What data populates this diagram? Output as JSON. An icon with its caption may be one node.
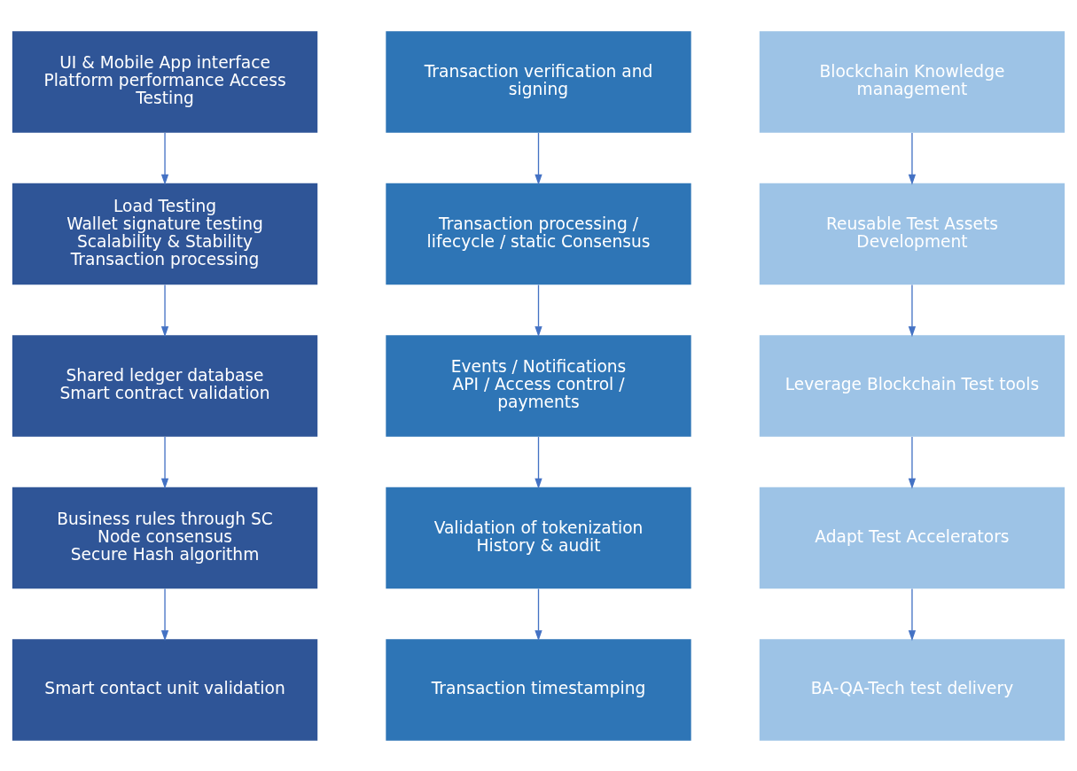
{
  "diagram": {
    "nodes": [
      {
        "text": [
          "UI & Mobile App interface",
          "Platform performance Access Testing"
        ]
      },
      {
        "text": [
          "Transaction verification and signing"
        ]
      },
      {
        "text": [
          "Blockchain Knowledge management"
        ]
      },
      {
        "text": [
          "Load Testing",
          "Wallet signature testing",
          "Scalability & Stability",
          "Transaction processing"
        ]
      },
      {
        "text": [
          "Transaction processing / lifecycle / static Consensus"
        ]
      },
      {
        "text": [
          "Reusable Test Assets Development"
        ]
      },
      {
        "text": [
          "Shared ledger database",
          "Smart contract validation"
        ]
      },
      {
        "text": [
          "Events / Notifications",
          "API / Access control / payments"
        ]
      },
      {
        "text": [
          "Leverage Blockchain Test tools"
        ]
      },
      {
        "text": [
          "Business rules through SC",
          "Node consensus",
          "Secure Hash algorithm"
        ]
      },
      {
        "text": [
          "Validation of tokenization",
          "History & audit"
        ]
      },
      {
        "text": [
          "Adapt Test Accelerators"
        ]
      },
      {
        "text": [
          "Smart contact unit validation"
        ]
      },
      {
        "text": [
          "Transaction timestamping"
        ]
      },
      {
        "text": [
          "BA-QA-Tech test delivery"
        ]
      }
    ],
    "edges": [
      {
        "from": 0,
        "to": 3,
        "arrow": "to"
      },
      {
        "from": 1,
        "to": 4,
        "arrow": "to"
      },
      {
        "from": 2,
        "to": 5,
        "arrow": "to"
      },
      {
        "from": 3,
        "to": 6,
        "arrow": "to"
      },
      {
        "from": 4,
        "to": 7,
        "arrow": "to"
      },
      {
        "from": 5,
        "to": 8,
        "arrow": "to"
      },
      {
        "from": 6,
        "to": 9,
        "arrow": "to"
      },
      {
        "from": 7,
        "to": 10,
        "arrow": "to"
      },
      {
        "from": 8,
        "to": 11,
        "arrow": "to"
      },
      {
        "from": 9,
        "to": 12,
        "arrow": "to"
      },
      {
        "from": 10,
        "to": 13,
        "arrow": "to"
      },
      {
        "from": 11,
        "to": 14,
        "arrow": "to"
      }
    ]
  }
}
